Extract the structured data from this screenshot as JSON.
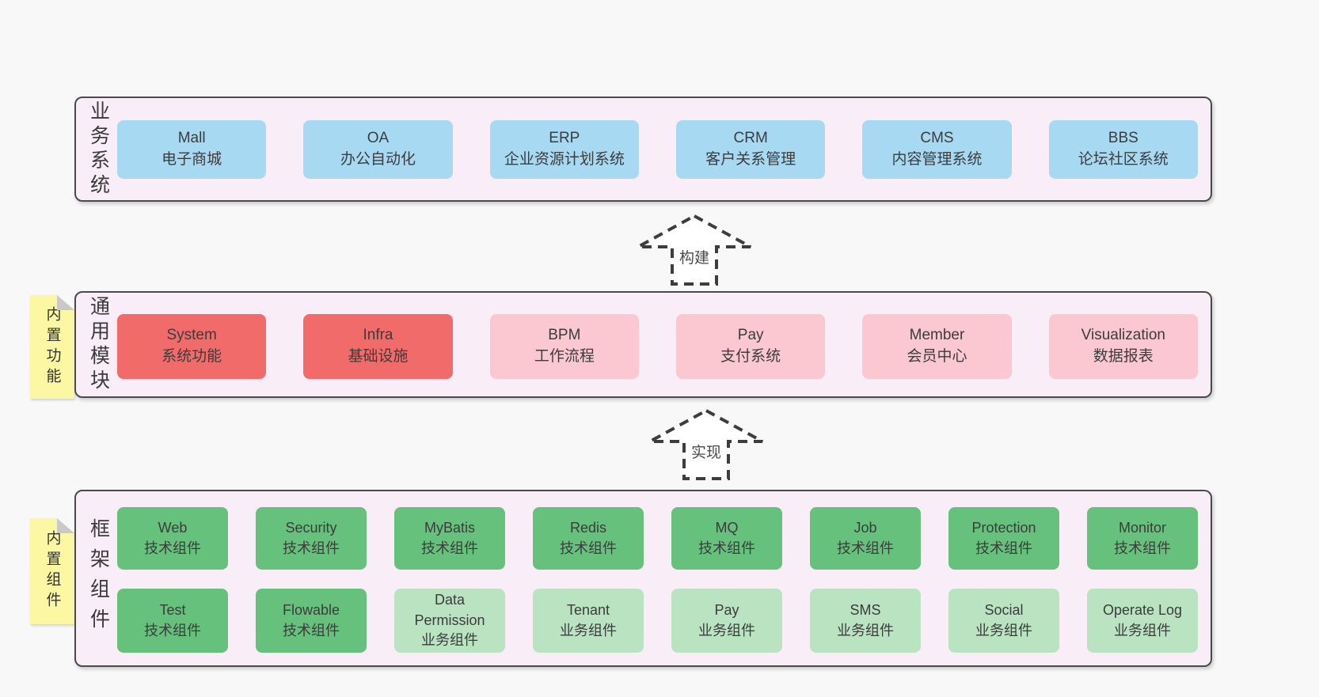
{
  "colors": {
    "page_bg": "#f8f8f8",
    "panel_bg": "#f9eef7",
    "panel_border": "#4a4a4a",
    "text": "#3c3c3c",
    "sticky_bg": "#fbf7a2",
    "sticky_fold": "#c9c9c9",
    "arrow": "#3d3d3d",
    "box_types": {
      "blue": "#a8d9f2",
      "red": "#f16b6b",
      "pink": "#fbc8d2",
      "green": "#66c17c",
      "lightgreen": "#b9e3c1"
    }
  },
  "arrows": [
    {
      "label": "构建"
    },
    {
      "label": "实现"
    }
  ],
  "layers": [
    {
      "id": "business-systems",
      "label": "业务系统",
      "sticky": null,
      "rows": [
        [
          {
            "en": "Mall",
            "zh": "电子商城",
            "type": "blue"
          },
          {
            "en": "OA",
            "zh": "办公自动化",
            "type": "blue"
          },
          {
            "en": "ERP",
            "zh": "企业资源计划系统",
            "type": "blue"
          },
          {
            "en": "CRM",
            "zh": "客户关系管理",
            "type": "blue"
          },
          {
            "en": "CMS",
            "zh": "内容管理系统",
            "type": "blue"
          },
          {
            "en": "BBS",
            "zh": "论坛社区系统",
            "type": "blue"
          }
        ]
      ]
    },
    {
      "id": "common-modules",
      "label": "通用模块",
      "sticky": "内置功能",
      "rows": [
        [
          {
            "en": "System",
            "zh": "系统功能",
            "type": "red"
          },
          {
            "en": "Infra",
            "zh": "基础设施",
            "type": "red"
          },
          {
            "en": "BPM",
            "zh": "工作流程",
            "type": "pink"
          },
          {
            "en": "Pay",
            "zh": "支付系统",
            "type": "pink"
          },
          {
            "en": "Member",
            "zh": "会员中心",
            "type": "pink"
          },
          {
            "en": "Visualization",
            "zh": "数据报表",
            "type": "pink"
          }
        ]
      ]
    },
    {
      "id": "framework-components",
      "label": "框架组件",
      "sticky": "内置组件",
      "rows": [
        [
          {
            "en": "Web",
            "zh": "技术组件",
            "type": "green"
          },
          {
            "en": "Security",
            "zh": "技术组件",
            "type": "green"
          },
          {
            "en": "MyBatis",
            "zh": "技术组件",
            "type": "green"
          },
          {
            "en": "Redis",
            "zh": "技术组件",
            "type": "green"
          },
          {
            "en": "MQ",
            "zh": "技术组件",
            "type": "green"
          },
          {
            "en": "Job",
            "zh": "技术组件",
            "type": "green"
          },
          {
            "en": "Protection",
            "zh": "技术组件",
            "type": "green"
          },
          {
            "en": "Monitor",
            "zh": "技术组件",
            "type": "green"
          }
        ],
        [
          {
            "en": "Test",
            "zh": "技术组件",
            "type": "green"
          },
          {
            "en": "Flowable",
            "zh": "技术组件",
            "type": "green"
          },
          {
            "en": "Data Permission",
            "zh": "业务组件",
            "type": "lightgreen"
          },
          {
            "en": "Tenant",
            "zh": "业务组件",
            "type": "lightgreen"
          },
          {
            "en": "Pay",
            "zh": "业务组件",
            "type": "lightgreen"
          },
          {
            "en": "SMS",
            "zh": "业务组件",
            "type": "lightgreen"
          },
          {
            "en": "Social",
            "zh": "业务组件",
            "type": "lightgreen"
          },
          {
            "en": "Operate Log",
            "zh": "业务组件",
            "type": "lightgreen"
          }
        ]
      ]
    }
  ]
}
